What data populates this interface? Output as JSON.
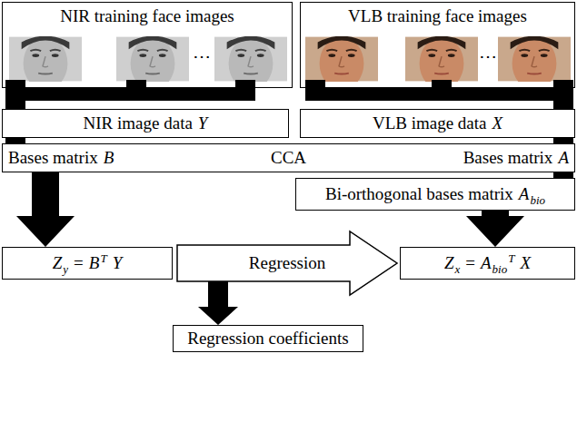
{
  "diagram": {
    "nodes": [
      {
        "text": [
          "NIR training face images"
        ]
      },
      {
        "text": [
          "VLB training face images"
        ]
      },
      {
        "text": [
          "NIR image data",
          "Y"
        ]
      },
      {
        "text": [
          "VLB image data",
          "X"
        ]
      },
      {
        "text": [
          "Bases matrix",
          "B",
          "CCA",
          "Bases matrix",
          "A"
        ]
      },
      {
        "text": [
          "Bi-orthogonal bases matrix",
          "A",
          "bio"
        ]
      },
      {
        "text": [
          "Z",
          "y",
          "=",
          "B",
          "T",
          "Y"
        ]
      },
      {
        "text": [
          "Regression"
        ]
      },
      {
        "text": [
          "Z",
          "x",
          "=",
          "A",
          "bio",
          "T",
          "X"
        ]
      },
      {
        "text": [
          "Regression coefficients"
        ]
      }
    ],
    "edges": [
      {
        "from": 0,
        "to": 2,
        "arrow": "none"
      },
      {
        "from": 1,
        "to": 3,
        "arrow": "none"
      },
      {
        "from": 2,
        "to": 4,
        "arrow": "none"
      },
      {
        "from": 3,
        "to": 4,
        "arrow": "none"
      },
      {
        "from": 4,
        "to": 5,
        "arrow": "none"
      },
      {
        "from": 4,
        "to": 6,
        "arrow": "to"
      },
      {
        "from": 5,
        "to": 8,
        "arrow": "to"
      },
      {
        "from": 7,
        "to": 9,
        "arrow": "to"
      }
    ],
    "labels": [
      "⋯",
      "⋯"
    ]
  }
}
